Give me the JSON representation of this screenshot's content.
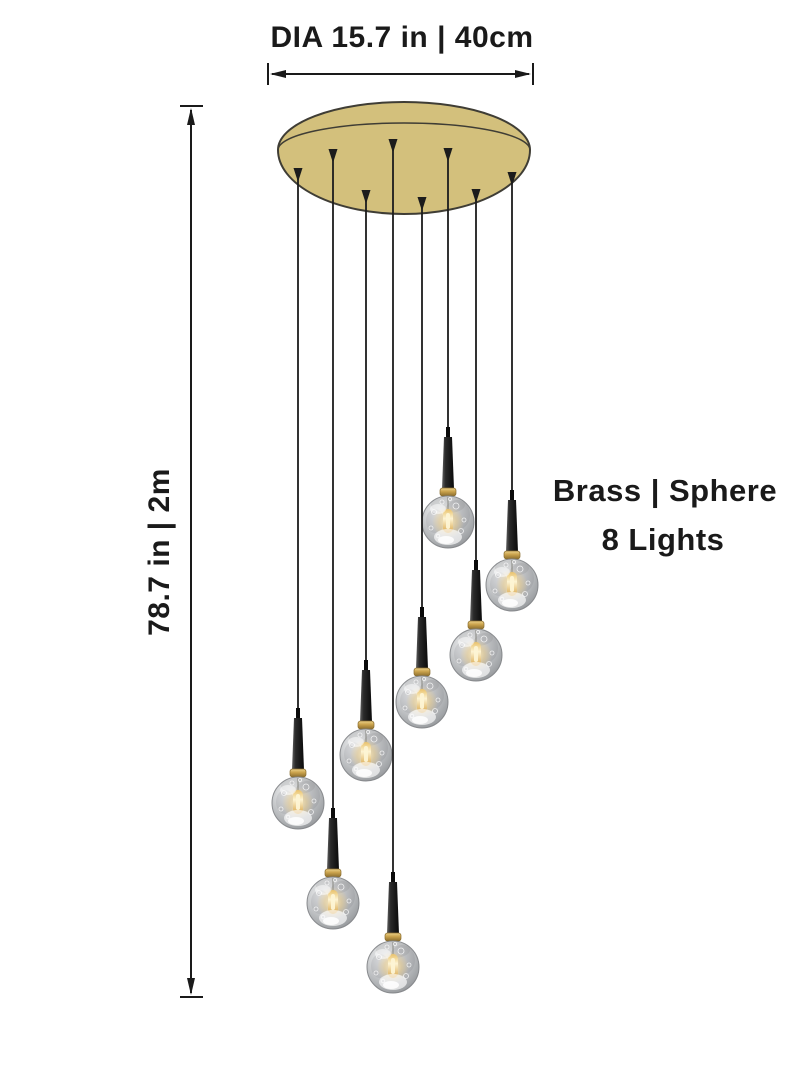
{
  "product": {
    "diameter_label": "DIA 15.7 in | 40cm",
    "height_label": "78.7 in | 2m",
    "material_label": "Brass | Sphere",
    "lights_label": "8 Lights",
    "lights_count": 8
  },
  "colors": {
    "background": "#ffffff",
    "canopy_fill": "#d3c07c",
    "canopy_stroke": "#3f3d35",
    "cord": "#1c1c1c",
    "holder_dark": "#0a0a0a",
    "holder_mid": "#2a2a2a",
    "holder_light": "#606060",
    "brass": "#c9a24b",
    "brass_light": "#ecd28a",
    "brass_dark": "#8a6d2f",
    "glass_light": "#f6f7f8",
    "glass_mid": "#ced0d2",
    "glass_dark": "#a2a5a8",
    "glass_edge": "#7f8285",
    "smoke": "#6f7275",
    "bulb_glow": "#f3cf7e",
    "bulb_core": "#fdf4d4",
    "bulb_rim": "#d8a64a",
    "dimension": "#1a1a1a",
    "text": "#1a1a1a"
  }
}
